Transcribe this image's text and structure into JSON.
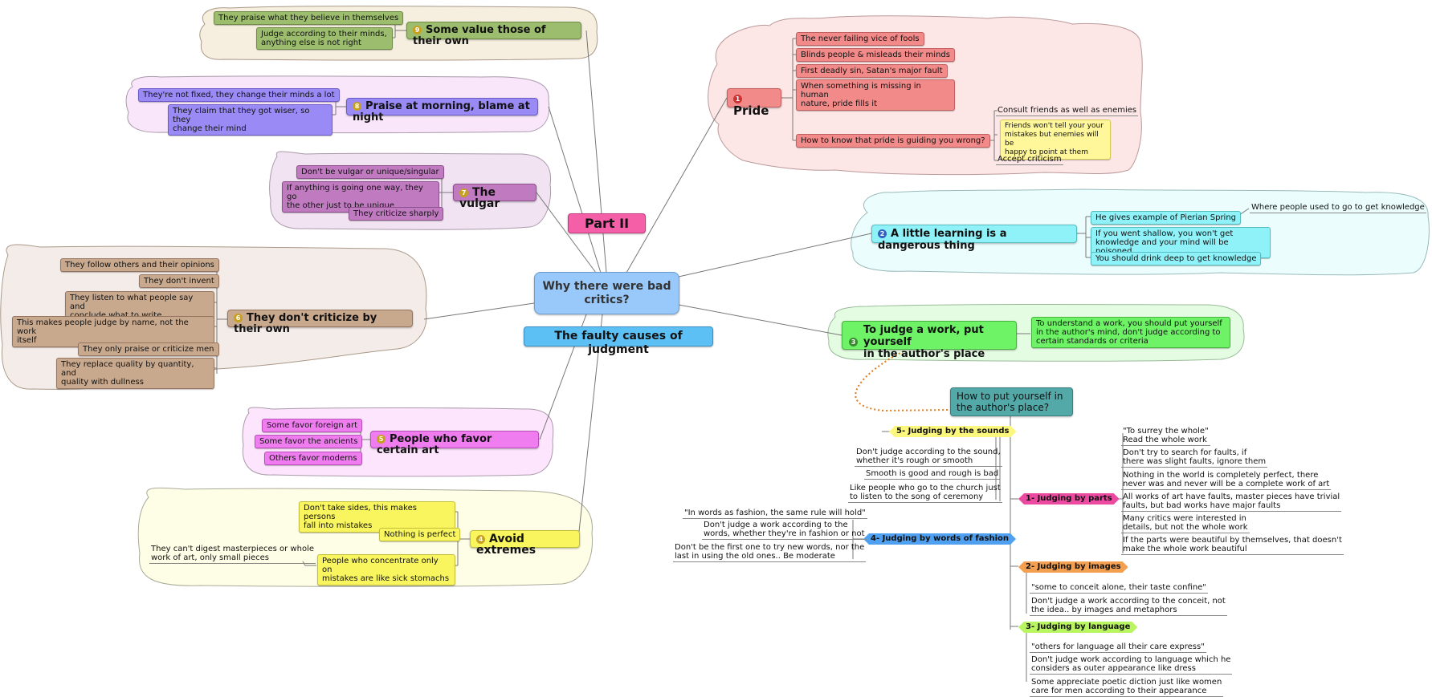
{
  "central": {
    "title": "Why there were bad\ncritics?",
    "part": "Part    II",
    "subtitle": "The faulty causes of judgment"
  },
  "branches": {
    "b1": {
      "num": "1",
      "title": "Pride",
      "items": [
        "The never failing vice of fools",
        "Blinds people & misleads their minds",
        "First deadly sin, Satan's major fault",
        "When something is missing in human\nnature, pride fills it",
        "How to know that pride is guiding you wrong?"
      ],
      "sub": [
        "Consult friends as well as enemies",
        "Friends won't tell your your\nmistakes but enemies will be\nhappy to point at them",
        "Accept criticism"
      ]
    },
    "b2": {
      "num": "2",
      "title": "A little learning is a dangerous thing",
      "items": [
        "He gives example of Pierian Spring",
        "If you went shallow, you won't get\nknowledge and your mind will be poisoned",
        "You should drink deep to get knowledge"
      ],
      "sub": [
        "Where people used to go to get knowledge"
      ]
    },
    "b3": {
      "num": "3",
      "title": "To judge a work, put yourself\nin the author's place",
      "items": [
        "To understand a work, you should put yourself\nin the author's mind, don't judge according to\ncertain standards or criteria"
      ]
    },
    "b4": {
      "num": "4",
      "title": "Avoid extremes",
      "items": [
        "Don't take sides, this makes persons\nfall into mistakes",
        "Nothing is perfect",
        "People who concentrate only on\nmistakes are like sick stomachs"
      ],
      "sub": [
        "They can't digest masterpieces or whole\nwork of art, only small pieces"
      ]
    },
    "b5": {
      "num": "5",
      "title": "People who favor certain art",
      "items": [
        "Some favor foreign art",
        "Some favor the ancients",
        "Others favor moderns"
      ]
    },
    "b6": {
      "num": "6",
      "title": "They don't criticize by their own",
      "items": [
        "They follow others and their opinions",
        "They don't invent",
        "They listen to what people say and\nconclude what to write",
        "This makes people judge by name, not the work\nitself",
        "They only praise or criticize men",
        "They replace quality by quantity, and\nquality with dullness"
      ]
    },
    "b7": {
      "num": "7",
      "title": "The vulgar",
      "items": [
        "Don't be vulgar or unique/singular",
        "If anything is going one way, they go\nthe other just to be unique",
        "They criticize sharply"
      ]
    },
    "b8": {
      "num": "8",
      "title": "Praise at morning, blame at night",
      "items": [
        "They're not fixed, they change their minds a lot",
        "They claim that they got wiser, so they\nchange their mind"
      ]
    },
    "b9": {
      "num": "9",
      "title": "Some value those of their own",
      "items": [
        "They praise what they believe in themselves",
        "Judge according to their minds,\nanything else is not right"
      ]
    }
  },
  "howto": {
    "title": "How to put yourself in\nthe author's place?",
    "sounds": {
      "label": "5- Judging by the sounds",
      "items": [
        "Don't judge according to the sound,\nwhether it's rough or smooth",
        "Smooth is good and rough is bad",
        "Like people who go to the church just\nto listen to the song of ceremony"
      ]
    },
    "fashion": {
      "label": "4- Judging by words of fashion",
      "items": [
        "\"In words as fashion, the same rule will hold\"",
        "Don't judge a work according to the\nwords, whether they're in fashion or not",
        "Don't be the first one to try new words, nor the\nlast in using the old ones.. Be moderate"
      ]
    },
    "parts": {
      "label": "1- Judging by parts",
      "items": [
        "\"To surrey the whole\"\nRead the whole work",
        "Don't try to search for faults, if\nthere was slight faults, ignore them",
        "Nothing in the world is completely perfect, there\nnever was and never will be a complete work of art",
        "All works of art have faults, master pieces have trivial\nfaults, but bad works have major faults",
        "Many critics were interested in\ndetails, but not the whole work",
        "If the parts were beautiful by themselves, that doesn't\nmake the whole work beautiful"
      ]
    },
    "images": {
      "label": "2- Judging by images",
      "items": [
        "\"some to conceit alone, their taste confine\"",
        "Don't judge a work according to the conceit, not\nthe idea.. by images and metaphors"
      ]
    },
    "language": {
      "label": "3- Judging by language",
      "items": [
        "\"others for language all their care express\"",
        "Don't judge work according to language which he\nconsiders as outer appearance like dress",
        "Some appreciate poetic diction just like women\ncare for men according to their appearance"
      ]
    }
  },
  "colors": {
    "pride": "#f28a8a",
    "learning": "#8ff2f8",
    "judge": "#6ef266",
    "extremes": "#f8f55e",
    "favor": "#f07df0",
    "criticize": "#c9a98e",
    "vulgar": "#c07bc0",
    "praise": "#9a8af5",
    "value": "#9dbd6e",
    "center": "#99c9fb",
    "part": "#f45fa8",
    "subtitle": "#5cc0f5",
    "howto": "#53a8a8"
  }
}
